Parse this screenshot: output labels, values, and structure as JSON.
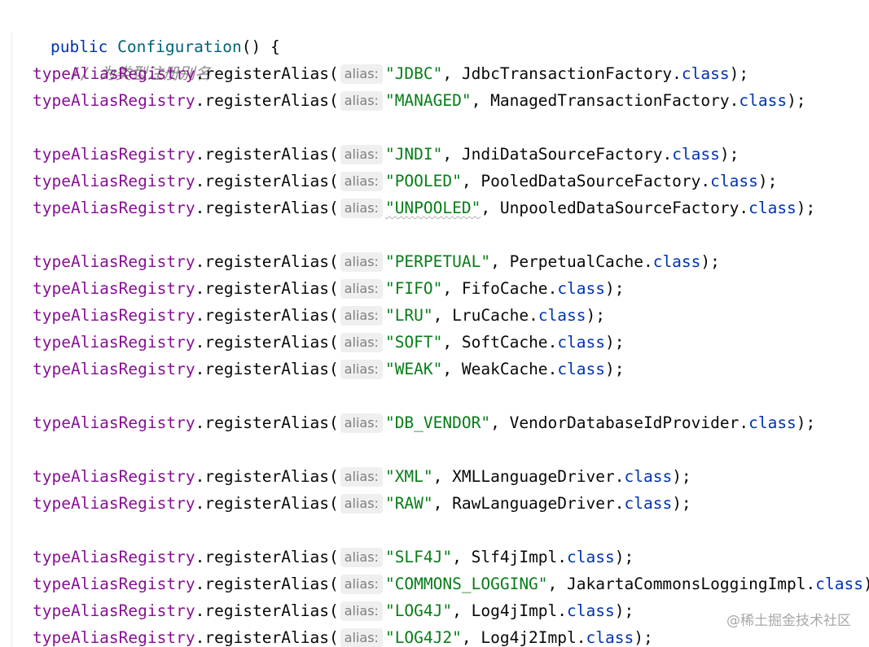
{
  "signature": {
    "keyword": "public",
    "name": "Configuration",
    "rest": "() {"
  },
  "comment": {
    "slashes": "// ",
    "text": "为类型注册别名"
  },
  "code": {
    "field": "typeAliasRegistry",
    "method": "registerAlias",
    "hint": "alias:",
    "class_keyword": "class"
  },
  "registrations": [
    {
      "alias": "\"JDBC\"",
      "type": "JdbcTransactionFactory",
      "line": 2
    },
    {
      "alias": "\"MANAGED\"",
      "type": "ManagedTransactionFactory",
      "line": 3
    },
    {
      "alias": "\"JNDI\"",
      "type": "JndiDataSourceFactory",
      "line": 5
    },
    {
      "alias": "\"POOLED\"",
      "type": "PooledDataSourceFactory",
      "line": 6
    },
    {
      "alias": "\"UNPOOLED\"",
      "type": "UnpooledDataSourceFactory",
      "line": 7,
      "typo": true
    },
    {
      "alias": "\"PERPETUAL\"",
      "type": "PerpetualCache",
      "line": 9
    },
    {
      "alias": "\"FIFO\"",
      "type": "FifoCache",
      "line": 10
    },
    {
      "alias": "\"LRU\"",
      "type": "LruCache",
      "line": 11
    },
    {
      "alias": "\"SOFT\"",
      "type": "SoftCache",
      "line": 12
    },
    {
      "alias": "\"WEAK\"",
      "type": "WeakCache",
      "line": 13
    },
    {
      "alias": "\"DB_VENDOR\"",
      "type": "VendorDatabaseIdProvider",
      "line": 15
    },
    {
      "alias": "\"XML\"",
      "type": "XMLLanguageDriver",
      "line": 17
    },
    {
      "alias": "\"RAW\"",
      "type": "RawLanguageDriver",
      "line": 18
    },
    {
      "alias": "\"SLF4J\"",
      "type": "Slf4jImpl",
      "line": 20
    },
    {
      "alias": "\"COMMONS_LOGGING\"",
      "type": "JakartaCommonsLoggingImpl",
      "line": 21
    },
    {
      "alias": "\"LOG4J\"",
      "type": "Log4jImpl",
      "line": 22
    },
    {
      "alias": "\"LOG4J2\"",
      "type": "Log4j2Impl",
      "line": 23
    }
  ],
  "watermark": "@稀土掘金技术社区",
  "colors": {
    "keyword": "#0033b3",
    "function": "#00627a",
    "field": "#871094",
    "string": "#067d17",
    "comment": "#8c8c8c",
    "hint_bg": "#efefef"
  }
}
